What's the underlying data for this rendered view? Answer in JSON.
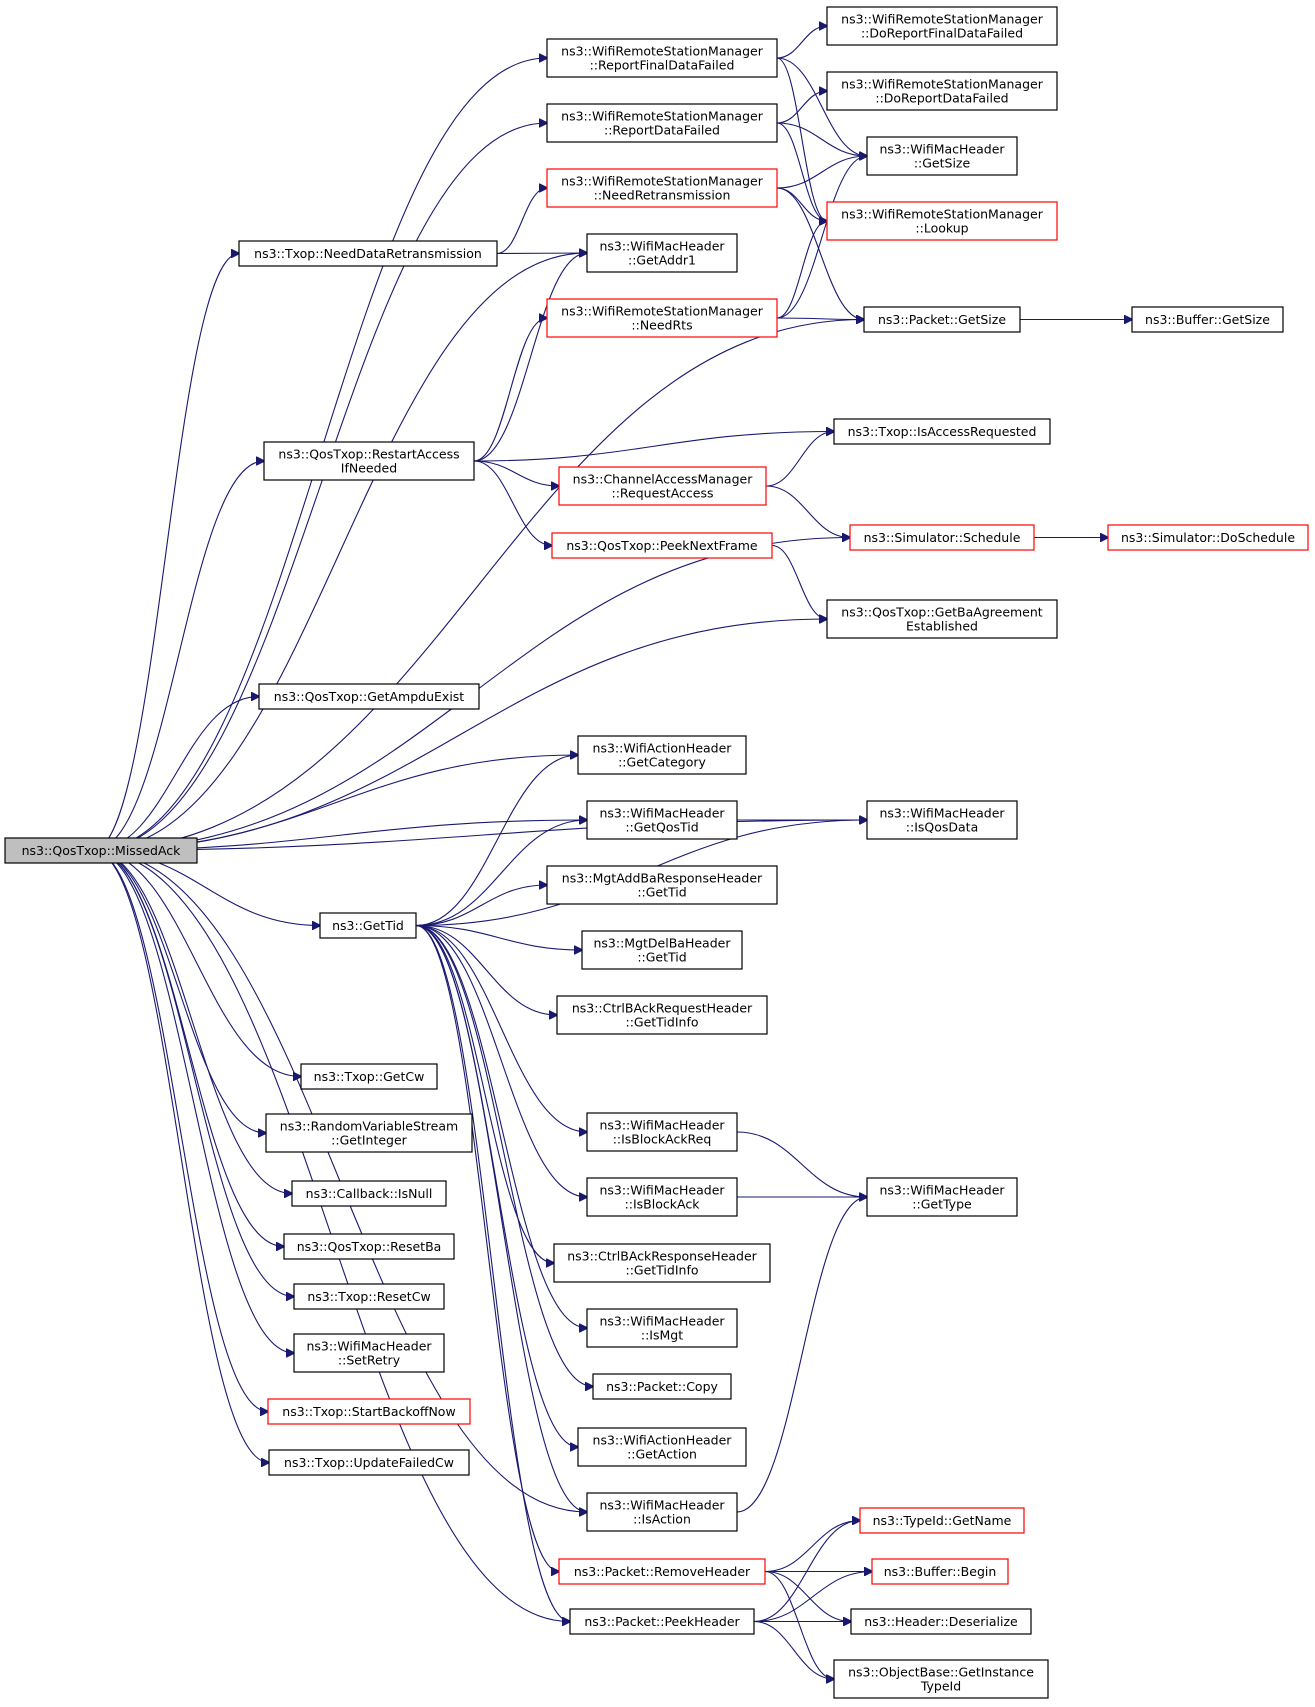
{
  "diagram": {
    "type": "call-graph",
    "colors": {
      "edge": "#191970",
      "border": "#000000",
      "highlight_border": "#ff0000",
      "root_fill": "#bfbfbf"
    },
    "nodes": [
      {
        "id": "missedack",
        "lines": [
          "ns3::QosTxop::MissedAck"
        ],
        "style": "root"
      },
      {
        "id": "rsm_reportfinaldatafailed",
        "lines": [
          "ns3::WifiRemoteStationManager",
          "::ReportFinalDataFailed"
        ],
        "style": "normal"
      },
      {
        "id": "rsm_doreportfinaldatafailed",
        "lines": [
          "ns3::WifiRemoteStationManager",
          "::DoReportFinalDataFailed"
        ],
        "style": "normal"
      },
      {
        "id": "rsm_doreportdatafailed",
        "lines": [
          "ns3::WifiRemoteStationManager",
          "::DoReportDataFailed"
        ],
        "style": "normal"
      },
      {
        "id": "rsm_reportdatafailed",
        "lines": [
          "ns3::WifiRemoteStationManager",
          "::ReportDataFailed"
        ],
        "style": "normal"
      },
      {
        "id": "wmh_getsize",
        "lines": [
          "ns3::WifiMacHeader",
          "::GetSize"
        ],
        "style": "normal"
      },
      {
        "id": "rsm_needretransmission",
        "lines": [
          "ns3::WifiRemoteStationManager",
          "::NeedRetransmission"
        ],
        "style": "red"
      },
      {
        "id": "rsm_lookup",
        "lines": [
          "ns3::WifiRemoteStationManager",
          "::Lookup"
        ],
        "style": "red"
      },
      {
        "id": "txop_needdataretransmission",
        "lines": [
          "ns3::Txop::NeedDataRetransmission"
        ],
        "style": "normal"
      },
      {
        "id": "wmh_getaddr1",
        "lines": [
          "ns3::WifiMacHeader",
          "::GetAddr1"
        ],
        "style": "normal"
      },
      {
        "id": "rsm_needrts",
        "lines": [
          "ns3::WifiRemoteStationManager",
          "::NeedRts"
        ],
        "style": "red"
      },
      {
        "id": "packet_getsize",
        "lines": [
          "ns3::Packet::GetSize"
        ],
        "style": "normal"
      },
      {
        "id": "buffer_getsize",
        "lines": [
          "ns3::Buffer::GetSize"
        ],
        "style": "normal"
      },
      {
        "id": "txop_isaccessrequested",
        "lines": [
          "ns3::Txop::IsAccessRequested"
        ],
        "style": "normal"
      },
      {
        "id": "qos_restartaccessifneeded",
        "lines": [
          "ns3::QosTxop::RestartAccess",
          "IfNeeded"
        ],
        "style": "normal"
      },
      {
        "id": "cam_requestaccess",
        "lines": [
          "ns3::ChannelAccessManager",
          "::RequestAccess"
        ],
        "style": "red"
      },
      {
        "id": "qos_peeknextframe",
        "lines": [
          "ns3::QosTxop::PeekNextFrame"
        ],
        "style": "red"
      },
      {
        "id": "sim_schedule",
        "lines": [
          "ns3::Simulator::Schedule"
        ],
        "style": "red"
      },
      {
        "id": "sim_doschedule",
        "lines": [
          "ns3::Simulator::DoSchedule"
        ],
        "style": "red"
      },
      {
        "id": "qos_getbaagreementestablished",
        "lines": [
          "ns3::QosTxop::GetBaAgreement",
          "Established"
        ],
        "style": "normal"
      },
      {
        "id": "qos_getampduexist",
        "lines": [
          "ns3::QosTxop::GetAmpduExist"
        ],
        "style": "normal"
      },
      {
        "id": "wah_getcategory",
        "lines": [
          "ns3::WifiActionHeader",
          "::GetCategory"
        ],
        "style": "normal"
      },
      {
        "id": "wmh_getqostid",
        "lines": [
          "ns3::WifiMacHeader",
          "::GetQosTid"
        ],
        "style": "normal"
      },
      {
        "id": "wmh_isqosdata",
        "lines": [
          "ns3::WifiMacHeader",
          "::IsQosData"
        ],
        "style": "normal"
      },
      {
        "id": "mgtaddbaresp_gettid",
        "lines": [
          "ns3::MgtAddBaResponseHeader",
          "::GetTid"
        ],
        "style": "normal"
      },
      {
        "id": "gettid",
        "lines": [
          "ns3::GetTid"
        ],
        "style": "normal"
      },
      {
        "id": "mgtdelba_gettid",
        "lines": [
          "ns3::MgtDelBaHeader",
          "::GetTid"
        ],
        "style": "normal"
      },
      {
        "id": "ctrlbackreq_gettidinfo",
        "lines": [
          "ns3::CtrlBAckRequestHeader",
          "::GetTidInfo"
        ],
        "style": "normal"
      },
      {
        "id": "txop_getcw",
        "lines": [
          "ns3::Txop::GetCw"
        ],
        "style": "normal"
      },
      {
        "id": "rvs_getinteger",
        "lines": [
          "ns3::RandomVariableStream",
          "::GetInteger"
        ],
        "style": "normal"
      },
      {
        "id": "wmh_isblockackreq",
        "lines": [
          "ns3::WifiMacHeader",
          "::IsBlockAckReq"
        ],
        "style": "normal"
      },
      {
        "id": "callback_isnull",
        "lines": [
          "ns3::Callback::IsNull"
        ],
        "style": "normal"
      },
      {
        "id": "wmh_isblockack",
        "lines": [
          "ns3::WifiMacHeader",
          "::IsBlockAck"
        ],
        "style": "normal"
      },
      {
        "id": "wmh_gettype",
        "lines": [
          "ns3::WifiMacHeader",
          "::GetType"
        ],
        "style": "normal"
      },
      {
        "id": "qos_resetba",
        "lines": [
          "ns3::QosTxop::ResetBa"
        ],
        "style": "normal"
      },
      {
        "id": "ctrlbackresp_gettidinfo",
        "lines": [
          "ns3::CtrlBAckResponseHeader",
          "::GetTidInfo"
        ],
        "style": "normal"
      },
      {
        "id": "txop_resetcw",
        "lines": [
          "ns3::Txop::ResetCw"
        ],
        "style": "normal"
      },
      {
        "id": "wmh_ismgt",
        "lines": [
          "ns3::WifiMacHeader",
          "::IsMgt"
        ],
        "style": "normal"
      },
      {
        "id": "wmh_setretry",
        "lines": [
          "ns3::WifiMacHeader",
          "::SetRetry"
        ],
        "style": "normal"
      },
      {
        "id": "packet_copy",
        "lines": [
          "ns3::Packet::Copy"
        ],
        "style": "normal"
      },
      {
        "id": "txop_startbackoffnow",
        "lines": [
          "ns3::Txop::StartBackoffNow"
        ],
        "style": "red"
      },
      {
        "id": "wah_getaction",
        "lines": [
          "ns3::WifiActionHeader",
          "::GetAction"
        ],
        "style": "normal"
      },
      {
        "id": "txop_updatefailedcw",
        "lines": [
          "ns3::Txop::UpdateFailedCw"
        ],
        "style": "normal"
      },
      {
        "id": "wmh_isaction",
        "lines": [
          "ns3::WifiMacHeader",
          "::IsAction"
        ],
        "style": "normal"
      },
      {
        "id": "typeid_getname",
        "lines": [
          "ns3::TypeId::GetName"
        ],
        "style": "red"
      },
      {
        "id": "packet_removeheader",
        "lines": [
          "ns3::Packet::RemoveHeader"
        ],
        "style": "red"
      },
      {
        "id": "buffer_begin",
        "lines": [
          "ns3::Buffer::Begin"
        ],
        "style": "red"
      },
      {
        "id": "packet_peekheader",
        "lines": [
          "ns3::Packet::PeekHeader"
        ],
        "style": "normal"
      },
      {
        "id": "header_deserialize",
        "lines": [
          "ns3::Header::Deserialize"
        ],
        "style": "normal"
      },
      {
        "id": "objectbase_getinstancetypeid",
        "lines": [
          "ns3::ObjectBase::GetInstance",
          "TypeId"
        ],
        "style": "normal"
      }
    ],
    "edges": [
      [
        "missedack",
        "rsm_reportfinaldatafailed"
      ],
      [
        "missedack",
        "rsm_reportdatafailed"
      ],
      [
        "missedack",
        "txop_needdataretransmission"
      ],
      [
        "missedack",
        "wmh_getaddr1"
      ],
      [
        "missedack",
        "packet_getsize"
      ],
      [
        "missedack",
        "qos_restartaccessifneeded"
      ],
      [
        "missedack",
        "sim_schedule"
      ],
      [
        "missedack",
        "qos_getbaagreementestablished"
      ],
      [
        "missedack",
        "qos_getampduexist"
      ],
      [
        "missedack",
        "wmh_isqosdata"
      ],
      [
        "missedack",
        "wah_getcategory"
      ],
      [
        "missedack",
        "wmh_getqostid"
      ],
      [
        "missedack",
        "gettid"
      ],
      [
        "missedack",
        "wmh_isaction"
      ],
      [
        "missedack",
        "packet_peekheader"
      ],
      [
        "missedack",
        "txop_getcw"
      ],
      [
        "missedack",
        "rvs_getinteger"
      ],
      [
        "missedack",
        "callback_isnull"
      ],
      [
        "missedack",
        "qos_resetba"
      ],
      [
        "missedack",
        "txop_resetcw"
      ],
      [
        "missedack",
        "wmh_setretry"
      ],
      [
        "missedack",
        "txop_startbackoffnow"
      ],
      [
        "missedack",
        "txop_updatefailedcw"
      ],
      [
        "rsm_reportfinaldatafailed",
        "rsm_doreportfinaldatafailed"
      ],
      [
        "rsm_reportfinaldatafailed",
        "wmh_getsize"
      ],
      [
        "rsm_reportfinaldatafailed",
        "rsm_lookup"
      ],
      [
        "rsm_reportdatafailed",
        "rsm_doreportdatafailed"
      ],
      [
        "rsm_reportdatafailed",
        "wmh_getsize"
      ],
      [
        "rsm_reportdatafailed",
        "rsm_lookup"
      ],
      [
        "rsm_needretransmission",
        "wmh_getsize"
      ],
      [
        "rsm_needretransmission",
        "rsm_lookup"
      ],
      [
        "rsm_needretransmission",
        "packet_getsize"
      ],
      [
        "txop_needdataretransmission",
        "rsm_needretransmission"
      ],
      [
        "txop_needdataretransmission",
        "wmh_getaddr1"
      ],
      [
        "rsm_needrts",
        "wmh_getsize"
      ],
      [
        "rsm_needrts",
        "rsm_lookup"
      ],
      [
        "rsm_needrts",
        "packet_getsize"
      ],
      [
        "packet_getsize",
        "buffer_getsize"
      ],
      [
        "qos_restartaccessifneeded",
        "wmh_getaddr1"
      ],
      [
        "qos_restartaccessifneeded",
        "rsm_needrts"
      ],
      [
        "qos_restartaccessifneeded",
        "txop_isaccessrequested"
      ],
      [
        "qos_restartaccessifneeded",
        "cam_requestaccess"
      ],
      [
        "qos_restartaccessifneeded",
        "qos_peeknextframe"
      ],
      [
        "cam_requestaccess",
        "txop_isaccessrequested"
      ],
      [
        "cam_requestaccess",
        "sim_schedule"
      ],
      [
        "qos_peeknextframe",
        "qos_getbaagreementestablished"
      ],
      [
        "sim_schedule",
        "sim_doschedule"
      ],
      [
        "wmh_getqostid",
        "wmh_isqosdata"
      ],
      [
        "gettid",
        "wah_getcategory"
      ],
      [
        "gettid",
        "wmh_getqostid"
      ],
      [
        "gettid",
        "mgtaddbaresp_gettid"
      ],
      [
        "gettid",
        "mgtdelba_gettid"
      ],
      [
        "gettid",
        "ctrlbackreq_gettidinfo"
      ],
      [
        "gettid",
        "wmh_isqosdata"
      ],
      [
        "gettid",
        "wmh_isblockackreq"
      ],
      [
        "gettid",
        "wmh_isblockack"
      ],
      [
        "gettid",
        "ctrlbackresp_gettidinfo"
      ],
      [
        "gettid",
        "wmh_ismgt"
      ],
      [
        "gettid",
        "packet_copy"
      ],
      [
        "gettid",
        "wah_getaction"
      ],
      [
        "gettid",
        "wmh_isaction"
      ],
      [
        "gettid",
        "packet_removeheader"
      ],
      [
        "gettid",
        "packet_peekheader"
      ],
      [
        "wmh_isblockackreq",
        "wmh_gettype"
      ],
      [
        "wmh_isblockack",
        "wmh_gettype"
      ],
      [
        "wmh_isaction",
        "wmh_gettype"
      ],
      [
        "packet_removeheader",
        "typeid_getname"
      ],
      [
        "packet_removeheader",
        "buffer_begin"
      ],
      [
        "packet_removeheader",
        "header_deserialize"
      ],
      [
        "packet_removeheader",
        "objectbase_getinstancetypeid"
      ],
      [
        "packet_peekheader",
        "typeid_getname"
      ],
      [
        "packet_peekheader",
        "buffer_begin"
      ],
      [
        "packet_peekheader",
        "header_deserialize"
      ],
      [
        "packet_peekheader",
        "objectbase_getinstancetypeid"
      ]
    ]
  }
}
